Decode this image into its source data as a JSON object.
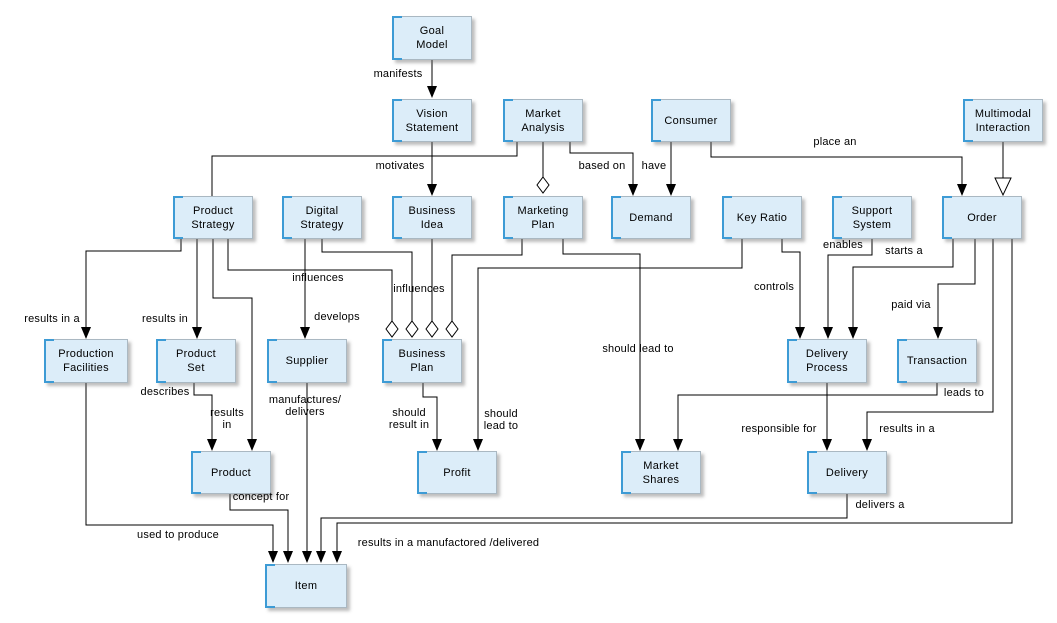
{
  "diagram": {
    "colors": {
      "node_fill": "#dcedf9",
      "node_bracket": "#3d9bd5",
      "connector": "#000000",
      "label_text": "#000000"
    },
    "nodes": [
      {
        "id": "goal-model",
        "label": "Goal\nModel"
      },
      {
        "id": "vision-statement",
        "label": "Vision\nStatement"
      },
      {
        "id": "market-analysis",
        "label": "Market\nAnalysis"
      },
      {
        "id": "consumer",
        "label": "Consumer"
      },
      {
        "id": "multimodal-interaction",
        "label": "Multimodal\nInteraction"
      },
      {
        "id": "product-strategy",
        "label": "Product\nStrategy"
      },
      {
        "id": "digital-strategy",
        "label": "Digital\nStrategy"
      },
      {
        "id": "business-idea",
        "label": "Business\nIdea"
      },
      {
        "id": "marketing-plan",
        "label": "Marketing\nPlan"
      },
      {
        "id": "demand",
        "label": "Demand"
      },
      {
        "id": "key-ratio",
        "label": "Key Ratio"
      },
      {
        "id": "support-system",
        "label": "Support\nSystem"
      },
      {
        "id": "order",
        "label": "Order"
      },
      {
        "id": "production-facilities",
        "label": "Production\nFacilities"
      },
      {
        "id": "product-set",
        "label": "Product\nSet"
      },
      {
        "id": "supplier",
        "label": "Supplier"
      },
      {
        "id": "business-plan",
        "label": "Business\nPlan"
      },
      {
        "id": "delivery-process",
        "label": "Delivery\nProcess"
      },
      {
        "id": "transaction",
        "label": "Transaction"
      },
      {
        "id": "product",
        "label": "Product"
      },
      {
        "id": "profit",
        "label": "Profit"
      },
      {
        "id": "market-shares",
        "label": "Market\nShares"
      },
      {
        "id": "delivery",
        "label": "Delivery"
      },
      {
        "id": "item",
        "label": "Item"
      }
    ],
    "edges": [
      {
        "from": "goal-model",
        "to": "vision-statement",
        "label": "manifests",
        "end": "arrow"
      },
      {
        "from": "vision-statement",
        "to": "business-idea",
        "label": "motivates",
        "end": "arrow"
      },
      {
        "from": "market-analysis",
        "to": "product-strategy",
        "label": "",
        "end": "none"
      },
      {
        "from": "market-analysis",
        "to": "marketing-plan",
        "label": "",
        "end": "diamond"
      },
      {
        "from": "market-analysis",
        "to": "demand",
        "label": "based on",
        "end": "arrow"
      },
      {
        "from": "consumer",
        "to": "demand",
        "label": "have",
        "end": "arrow"
      },
      {
        "from": "consumer",
        "to": "order",
        "label": "place an",
        "end": "arrow"
      },
      {
        "from": "multimodal-interaction",
        "to": "order",
        "label": "",
        "end": "triangle"
      },
      {
        "from": "product-strategy",
        "to": "production-facilities",
        "label": "results in a",
        "end": "arrow"
      },
      {
        "from": "product-strategy",
        "to": "product-set",
        "label": "results in",
        "end": "arrow"
      },
      {
        "from": "product-strategy",
        "to": "product",
        "label": "results\nin",
        "end": "arrow"
      },
      {
        "from": "product-strategy",
        "to": "business-plan",
        "label": "influences",
        "end": "diamond"
      },
      {
        "from": "digital-strategy",
        "to": "supplier",
        "label": "develops",
        "end": "arrow"
      },
      {
        "from": "digital-strategy",
        "to": "business-plan",
        "label": "",
        "end": "diamond"
      },
      {
        "from": "business-idea",
        "to": "business-plan",
        "label": "influences",
        "end": "diamond"
      },
      {
        "from": "marketing-plan",
        "to": "business-plan",
        "label": "",
        "end": "diamond"
      },
      {
        "from": "marketing-plan",
        "to": "market-shares",
        "label": "should lead to",
        "end": "arrow"
      },
      {
        "from": "key-ratio",
        "to": "profit",
        "label": "should\nlead to",
        "end": "arrow"
      },
      {
        "from": "key-ratio",
        "to": "delivery-process",
        "label": "controls",
        "end": "arrow"
      },
      {
        "from": "support-system",
        "to": "delivery-process",
        "label": "enables",
        "end": "arrow"
      },
      {
        "from": "order",
        "to": "delivery-process",
        "label": "starts a",
        "end": "arrow"
      },
      {
        "from": "order",
        "to": "transaction",
        "label": "paid via",
        "end": "arrow"
      },
      {
        "from": "order",
        "to": "delivery",
        "label": "results in a",
        "end": "arrow"
      },
      {
        "from": "order",
        "to": "item",
        "label": "results in a manufactored /delivered",
        "end": "arrow"
      },
      {
        "from": "business-plan",
        "to": "profit",
        "label": "should\nresult in",
        "end": "arrow"
      },
      {
        "from": "transaction",
        "to": "market-shares",
        "label": "leads to",
        "end": "arrow"
      },
      {
        "from": "delivery-process",
        "to": "delivery",
        "label": "responsible for",
        "end": "arrow"
      },
      {
        "from": "delivery",
        "to": "item",
        "label": "delivers a",
        "end": "arrow"
      },
      {
        "from": "production-facilities",
        "to": "item",
        "label": "used to produce",
        "end": "arrow"
      },
      {
        "from": "product-set",
        "to": "product",
        "label": "describes",
        "end": "arrow"
      },
      {
        "from": "product",
        "to": "item",
        "label": "concept for",
        "end": "arrow"
      },
      {
        "from": "supplier",
        "to": "item",
        "label": "manufactures/\ndelivers",
        "end": "arrow"
      }
    ]
  }
}
